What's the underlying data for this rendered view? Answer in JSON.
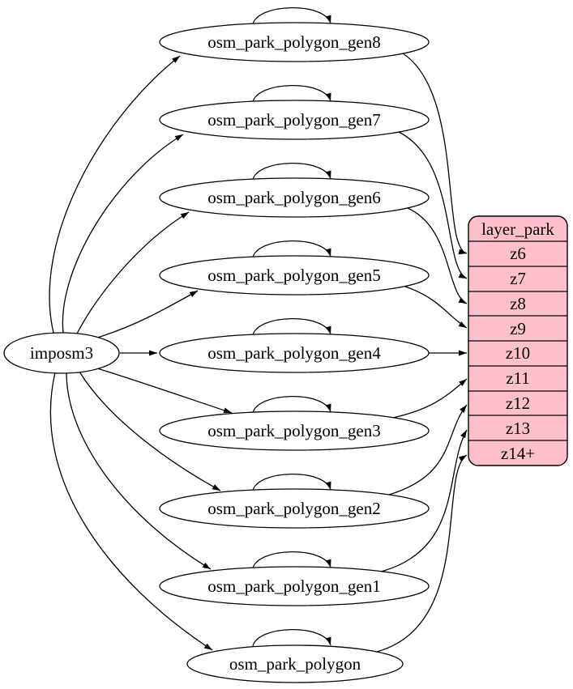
{
  "source": {
    "label": "imposm3"
  },
  "tables": [
    {
      "label": "osm_park_polygon_gen8"
    },
    {
      "label": "osm_park_polygon_gen7"
    },
    {
      "label": "osm_park_polygon_gen6"
    },
    {
      "label": "osm_park_polygon_gen5"
    },
    {
      "label": "osm_park_polygon_gen4"
    },
    {
      "label": "osm_park_polygon_gen3"
    },
    {
      "label": "osm_park_polygon_gen2"
    },
    {
      "label": "osm_park_polygon_gen1"
    },
    {
      "label": "osm_park_polygon"
    }
  ],
  "layer": {
    "header": "layer_park",
    "rows": [
      "z6",
      "z7",
      "z8",
      "z9",
      "z10",
      "z11",
      "z12",
      "z13",
      "z14+"
    ]
  },
  "edges": [
    {
      "from": "imposm3",
      "to": "osm_park_polygon_gen8"
    },
    {
      "from": "imposm3",
      "to": "osm_park_polygon_gen7"
    },
    {
      "from": "imposm3",
      "to": "osm_park_polygon_gen6"
    },
    {
      "from": "imposm3",
      "to": "osm_park_polygon_gen5"
    },
    {
      "from": "imposm3",
      "to": "osm_park_polygon_gen4"
    },
    {
      "from": "imposm3",
      "to": "osm_park_polygon_gen3"
    },
    {
      "from": "imposm3",
      "to": "osm_park_polygon_gen2"
    },
    {
      "from": "imposm3",
      "to": "osm_park_polygon_gen1"
    },
    {
      "from": "imposm3",
      "to": "osm_park_polygon"
    },
    {
      "from": "osm_park_polygon_gen8",
      "to": "osm_park_polygon_gen8",
      "type": "self-loop"
    },
    {
      "from": "osm_park_polygon_gen7",
      "to": "osm_park_polygon_gen7",
      "type": "self-loop"
    },
    {
      "from": "osm_park_polygon_gen6",
      "to": "osm_park_polygon_gen6",
      "type": "self-loop"
    },
    {
      "from": "osm_park_polygon_gen5",
      "to": "osm_park_polygon_gen5",
      "type": "self-loop"
    },
    {
      "from": "osm_park_polygon_gen4",
      "to": "osm_park_polygon_gen4",
      "type": "self-loop"
    },
    {
      "from": "osm_park_polygon_gen3",
      "to": "osm_park_polygon_gen3",
      "type": "self-loop"
    },
    {
      "from": "osm_park_polygon_gen2",
      "to": "osm_park_polygon_gen2",
      "type": "self-loop"
    },
    {
      "from": "osm_park_polygon_gen1",
      "to": "osm_park_polygon_gen1",
      "type": "self-loop"
    },
    {
      "from": "osm_park_polygon",
      "to": "osm_park_polygon",
      "type": "self-loop"
    },
    {
      "from": "osm_park_polygon_gen8",
      "to": "layer_park:z6"
    },
    {
      "from": "osm_park_polygon_gen7",
      "to": "layer_park:z7"
    },
    {
      "from": "osm_park_polygon_gen6",
      "to": "layer_park:z8"
    },
    {
      "from": "osm_park_polygon_gen5",
      "to": "layer_park:z9"
    },
    {
      "from": "osm_park_polygon_gen4",
      "to": "layer_park:z10"
    },
    {
      "from": "osm_park_polygon_gen3",
      "to": "layer_park:z11"
    },
    {
      "from": "osm_park_polygon_gen2",
      "to": "layer_park:z12"
    },
    {
      "from": "osm_park_polygon_gen1",
      "to": "layer_park:z13"
    },
    {
      "from": "osm_park_polygon",
      "to": "layer_park:z14+"
    }
  ],
  "colors": {
    "layer_fill": "#ffc0cb",
    "node_fill": "#ffffff",
    "stroke": "#000000",
    "background": "#ffffff"
  }
}
